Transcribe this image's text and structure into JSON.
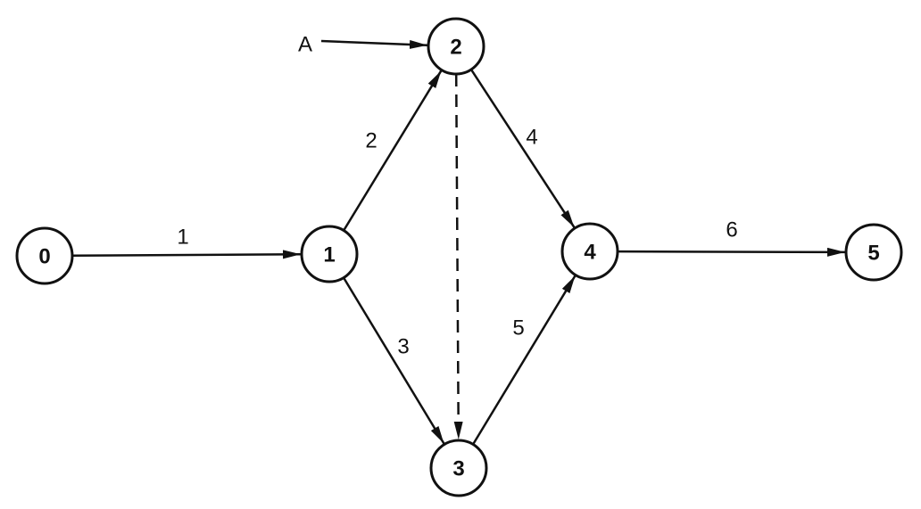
{
  "colors": {
    "ink": "#111111",
    "background": "#ffffff"
  },
  "nodes": [
    {
      "id": "0",
      "label": "0"
    },
    {
      "id": "1",
      "label": "1"
    },
    {
      "id": "2",
      "label": "2"
    },
    {
      "id": "3",
      "label": "3"
    },
    {
      "id": "4",
      "label": "4"
    },
    {
      "id": "5",
      "label": "5"
    }
  ],
  "edges": [
    {
      "from": "0",
      "to": "1",
      "label": "1",
      "style": "solid"
    },
    {
      "from": "1",
      "to": "2",
      "label": "2",
      "style": "solid"
    },
    {
      "from": "1",
      "to": "3",
      "label": "3",
      "style": "solid"
    },
    {
      "from": "2",
      "to": "4",
      "label": "4",
      "style": "solid"
    },
    {
      "from": "3",
      "to": "4",
      "label": "5",
      "style": "solid"
    },
    {
      "from": "4",
      "to": "5",
      "label": "6",
      "style": "solid"
    },
    {
      "from": "2",
      "to": "3",
      "label": "",
      "style": "dashed"
    }
  ],
  "input": {
    "label": "A",
    "to": "2"
  }
}
